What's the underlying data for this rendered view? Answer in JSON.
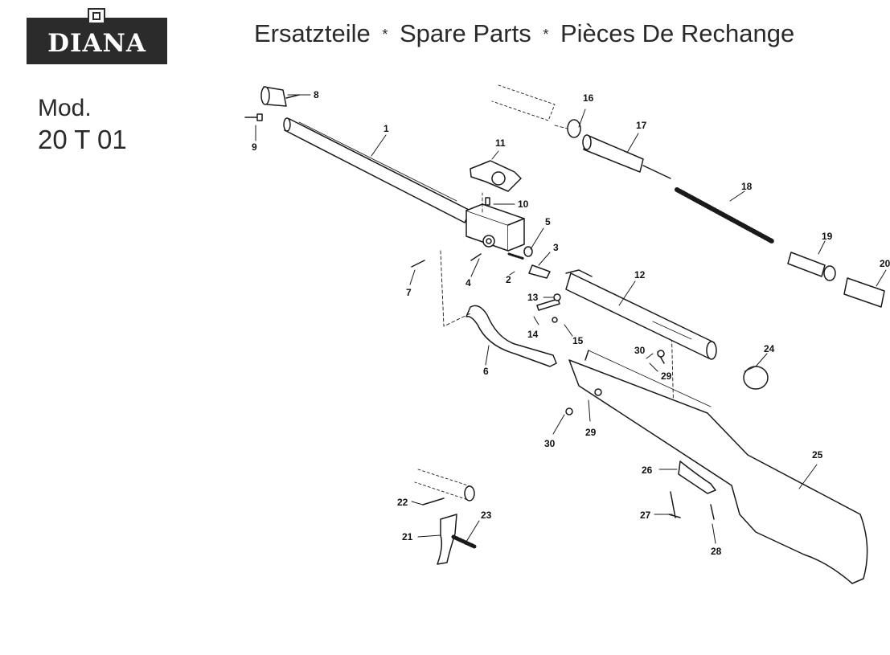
{
  "header": {
    "brand": "DIANA",
    "title_de": "Ersatzteile",
    "title_en": "Spare Parts",
    "title_fr": "Pièces De Rechange",
    "separator": "*"
  },
  "model": {
    "label": "Mod.",
    "code": "20 T 01"
  },
  "part_numbers": [
    "1",
    "2",
    "3",
    "4",
    "5",
    "6",
    "7",
    "8",
    "9",
    "10",
    "11",
    "12",
    "13",
    "14",
    "15",
    "16",
    "17",
    "18",
    "19",
    "20",
    "21",
    "22",
    "23",
    "24",
    "25",
    "26",
    "27",
    "28",
    "29",
    "29",
    "30",
    "30"
  ]
}
